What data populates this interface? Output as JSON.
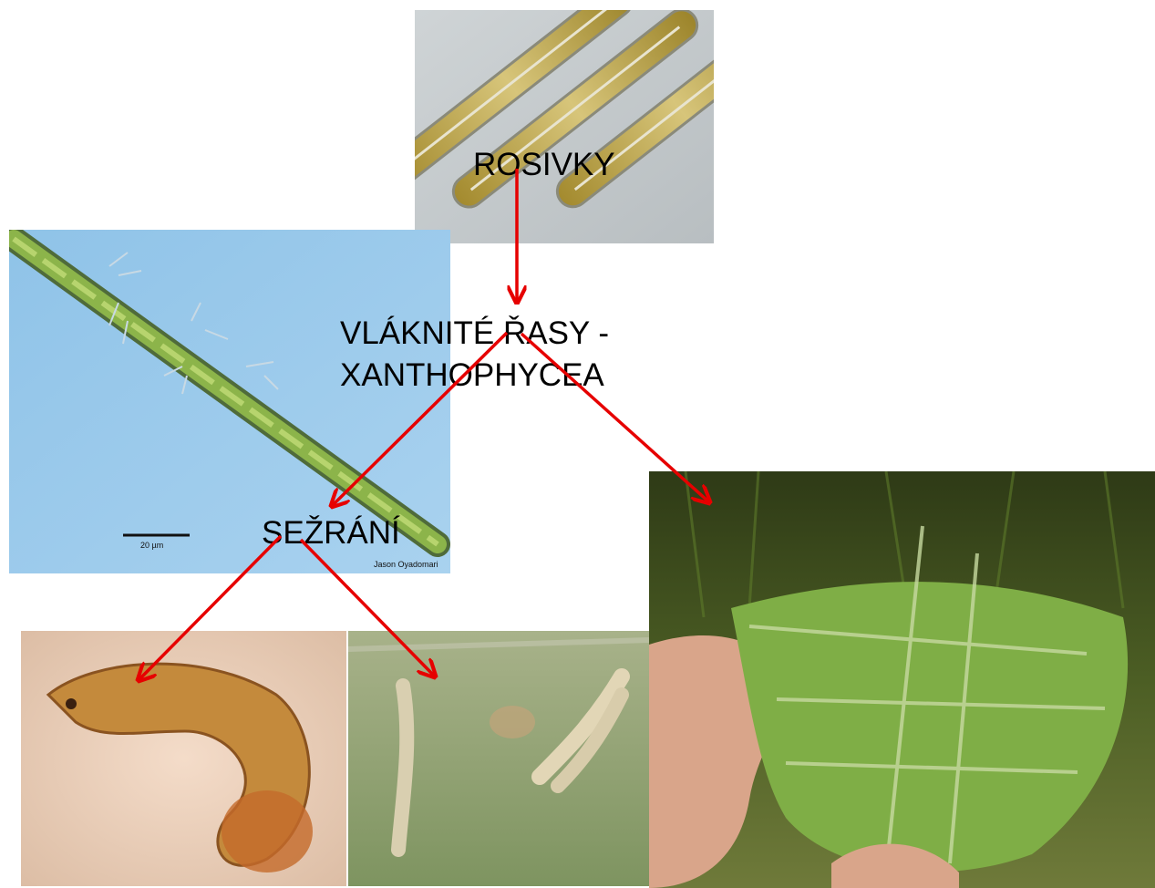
{
  "labels": {
    "rosivky": "ROSIVKY",
    "vlaknite_line1": "VLÁKNITÉ ŘASY -",
    "vlaknite_line2": "XANTHOPHYCEA",
    "sezrani": "SEŽRÁNÍ"
  },
  "photos": {
    "diatoms": {
      "subject": "diatoms-micrograph"
    },
    "filament": {
      "subject": "filamentous-alga-micrograph",
      "scale_label": "20 µm",
      "credit": "Jason Oyadomari"
    },
    "larva": {
      "subject": "insect-larva"
    },
    "midge_larvae": {
      "subject": "midge-larvae-in-water"
    },
    "algae_hand": {
      "subject": "algae-mass-in-hand"
    }
  },
  "colors": {
    "arrow": "#e60000"
  }
}
